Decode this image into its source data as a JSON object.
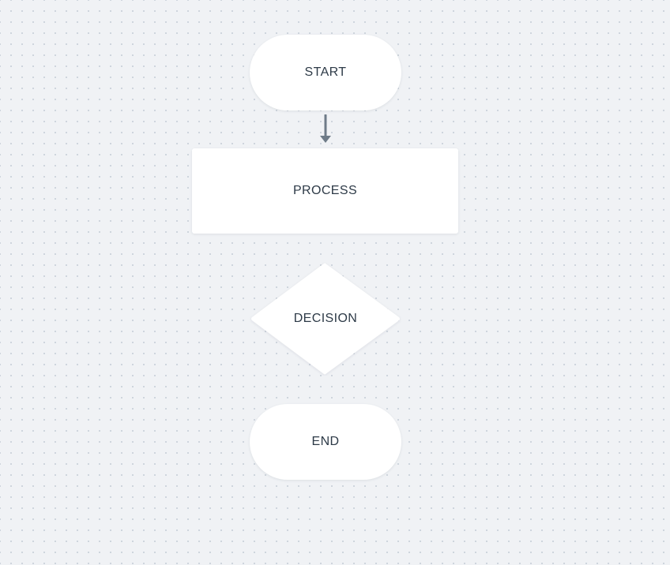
{
  "diagram": {
    "type": "flowchart",
    "nodes": [
      {
        "id": "start",
        "shape": "terminal",
        "label": "START"
      },
      {
        "id": "process",
        "shape": "rectangle",
        "label": "PROCESS"
      },
      {
        "id": "decision",
        "shape": "diamond",
        "label": "DECISION"
      },
      {
        "id": "end",
        "shape": "terminal",
        "label": "END"
      }
    ],
    "edges": [
      {
        "from": "start",
        "to": "process",
        "label": ""
      }
    ]
  },
  "theme": {
    "background": "#f0f2f5",
    "dot_color": "#ccd3db",
    "node_fill": "#ffffff",
    "text_color": "#2d3a47",
    "connector_color": "#6e7b88"
  }
}
